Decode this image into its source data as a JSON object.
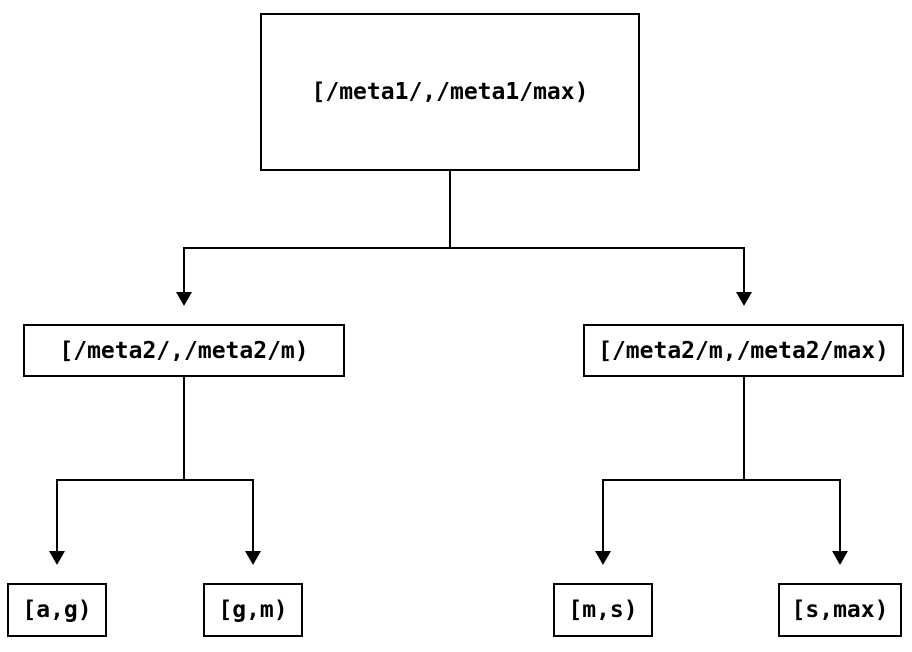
{
  "diagram": {
    "type": "tree",
    "nodes": {
      "root": {
        "label": "[/meta1/,/meta1/max)"
      },
      "left": {
        "label": "[/meta2/,/meta2/m)"
      },
      "right": {
        "label": "[/meta2/m,/meta2/max)"
      },
      "ag": {
        "label": "[a,g)"
      },
      "gm": {
        "label": "[g,m)"
      },
      "ms": {
        "label": "[m,s)"
      },
      "smax": {
        "label": "[s,max)"
      }
    },
    "edges": [
      {
        "from": "root",
        "to": "left"
      },
      {
        "from": "root",
        "to": "right"
      },
      {
        "from": "left",
        "to": "ag"
      },
      {
        "from": "left",
        "to": "gm"
      },
      {
        "from": "right",
        "to": "ms"
      },
      {
        "from": "right",
        "to": "smax"
      }
    ],
    "colors": {
      "background": "#ffffff",
      "line": "#000000",
      "box_border": "#000000",
      "box_fill": "#ffffff",
      "text": "#000000"
    }
  }
}
